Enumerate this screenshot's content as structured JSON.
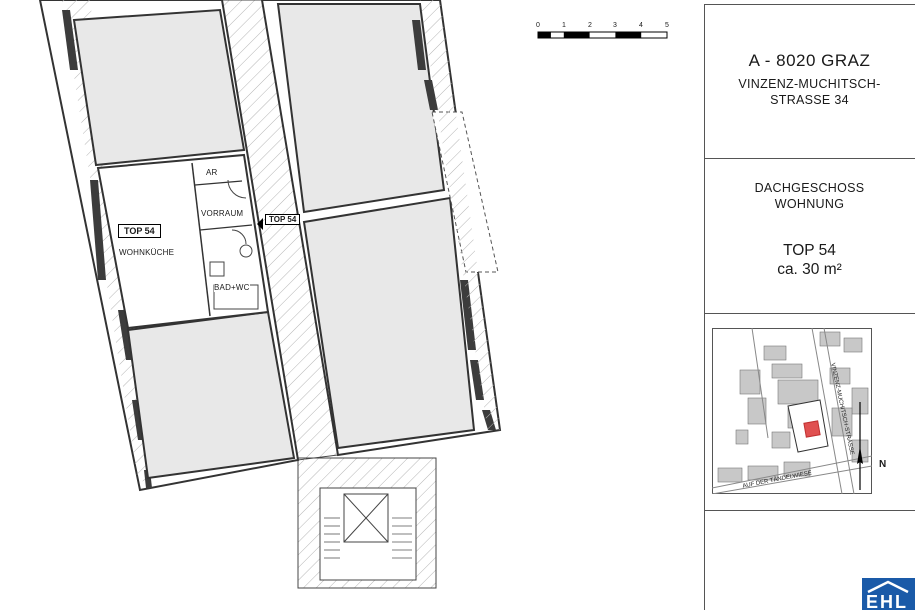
{
  "project": {
    "city": "A - 8020 GRAZ",
    "street_line1": "VINZENZ-MUCHITSCH-",
    "street_line2": "STRASSE 34",
    "floor_line1": "DACHGESCHOSS",
    "floor_line2": "WOHNUNG",
    "unit_name": "TOP 54",
    "unit_area": "ca. 30 m²"
  },
  "scale_bar": {
    "ticks": [
      "0",
      "1",
      "2",
      "3",
      "4",
      "5"
    ]
  },
  "plan_labels": {
    "unit_tag": "TOP 54",
    "entrance_tag": "TOP 54",
    "room_kitchen": "WOHNKÜCHE",
    "room_hall": "VORRAUM",
    "room_storage": "AR",
    "room_bath": "BAD+WC"
  },
  "site_map": {
    "street_vertical": "VINZENZ-MUCHITSCH-STRASSE",
    "street_bottom": "AUF DER TÄNDELWIESE",
    "north_label": "N"
  },
  "logo": {
    "text": "EHL"
  },
  "colors": {
    "highlight": "#e05050",
    "logo": "#1a5aa8",
    "wall": "#3c3c3c"
  }
}
